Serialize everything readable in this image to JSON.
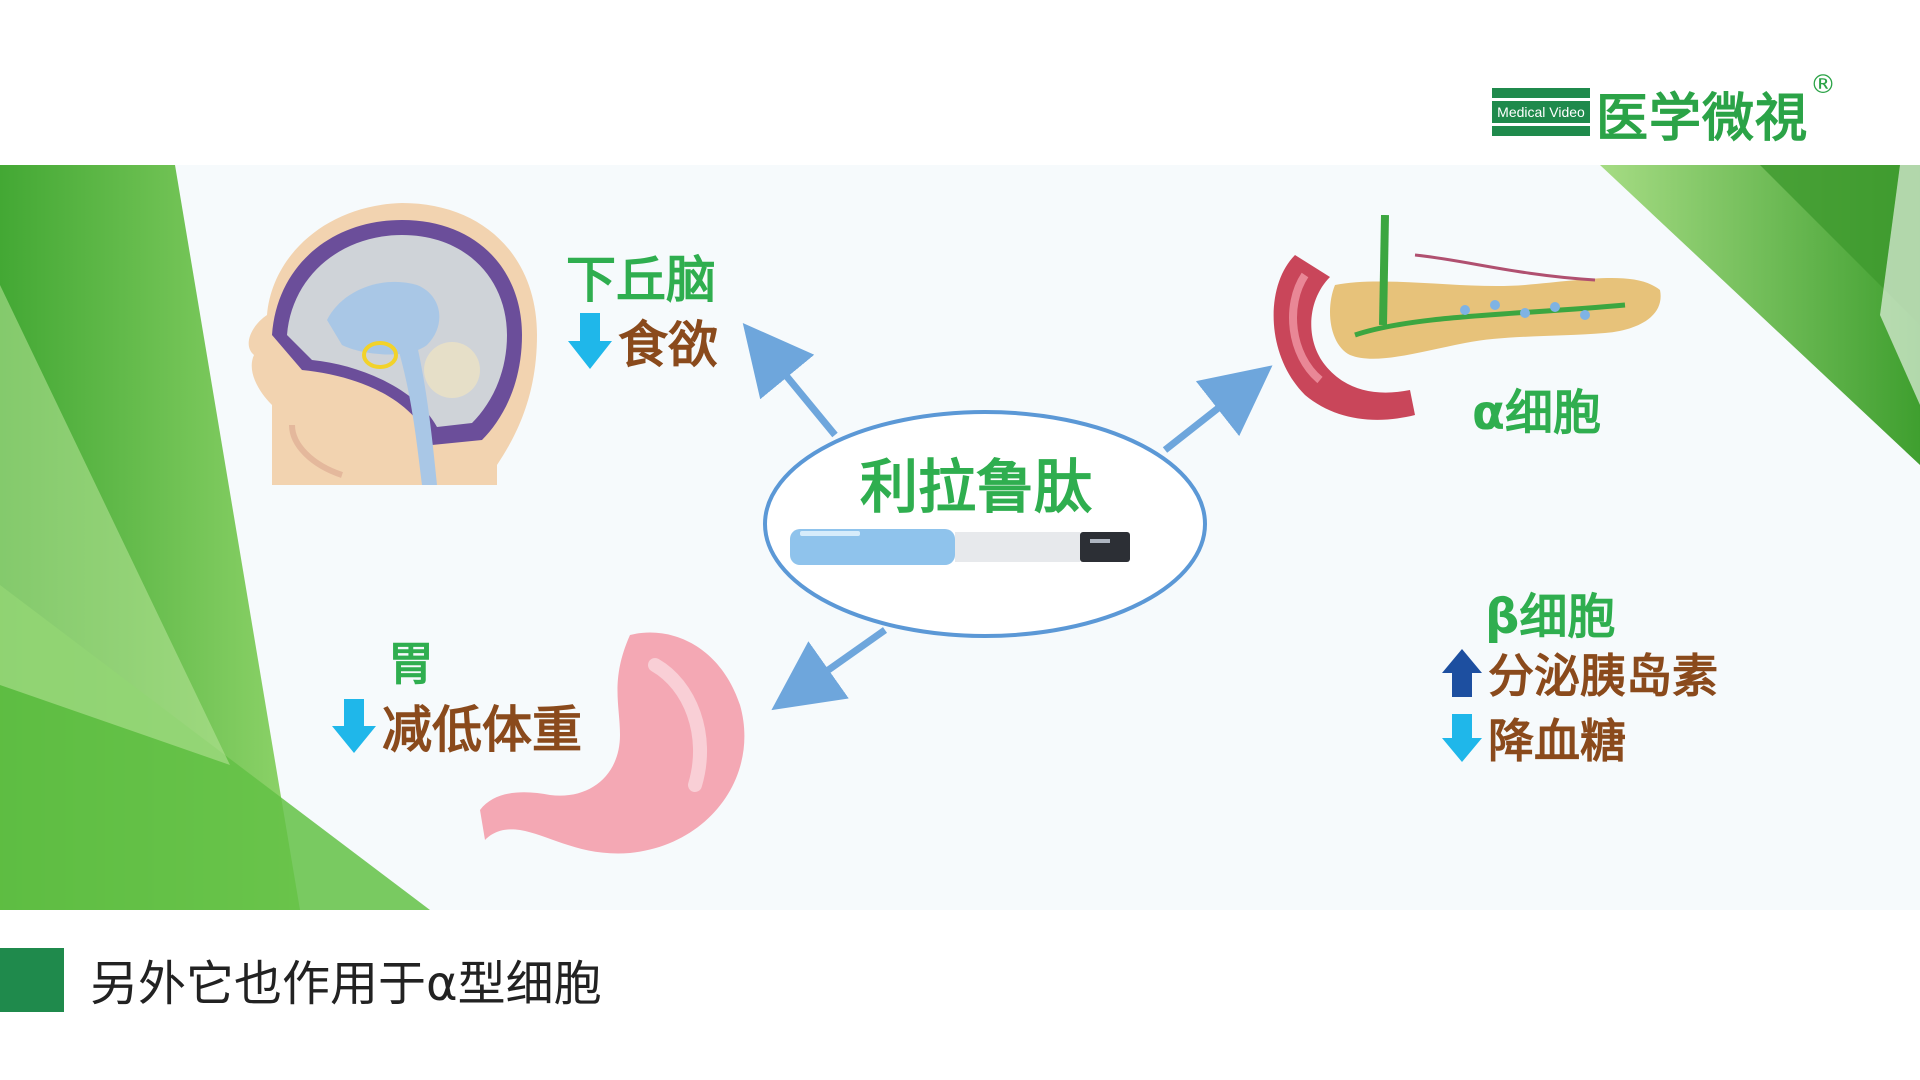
{
  "logo": {
    "en": "Medical Video",
    "cn": "医学微視",
    "reg": "®"
  },
  "center": {
    "drug_name": "利拉鲁肽"
  },
  "brain": {
    "title": "下丘脑",
    "effect": "食欲",
    "arrow": "down"
  },
  "stomach": {
    "title": "胃",
    "effect": "减低体重",
    "arrow": "down"
  },
  "pancreas": {
    "alpha_label": "α细胞",
    "beta_label": "β细胞",
    "beta_effects": [
      {
        "text": "分泌胰岛素",
        "arrow": "up"
      },
      {
        "text": "降血糖",
        "arrow": "down"
      }
    ]
  },
  "caption": {
    "text": "另外它也作用于α型细胞"
  },
  "colors": {
    "accent_green": "#2fae4f",
    "brown_text": "#8a4a1c",
    "arrow_blue": "#6ea6dc",
    "down_cyan": "#1fb7ea",
    "up_navy": "#1d4fa0",
    "brand_green": "#1f8a4c"
  }
}
